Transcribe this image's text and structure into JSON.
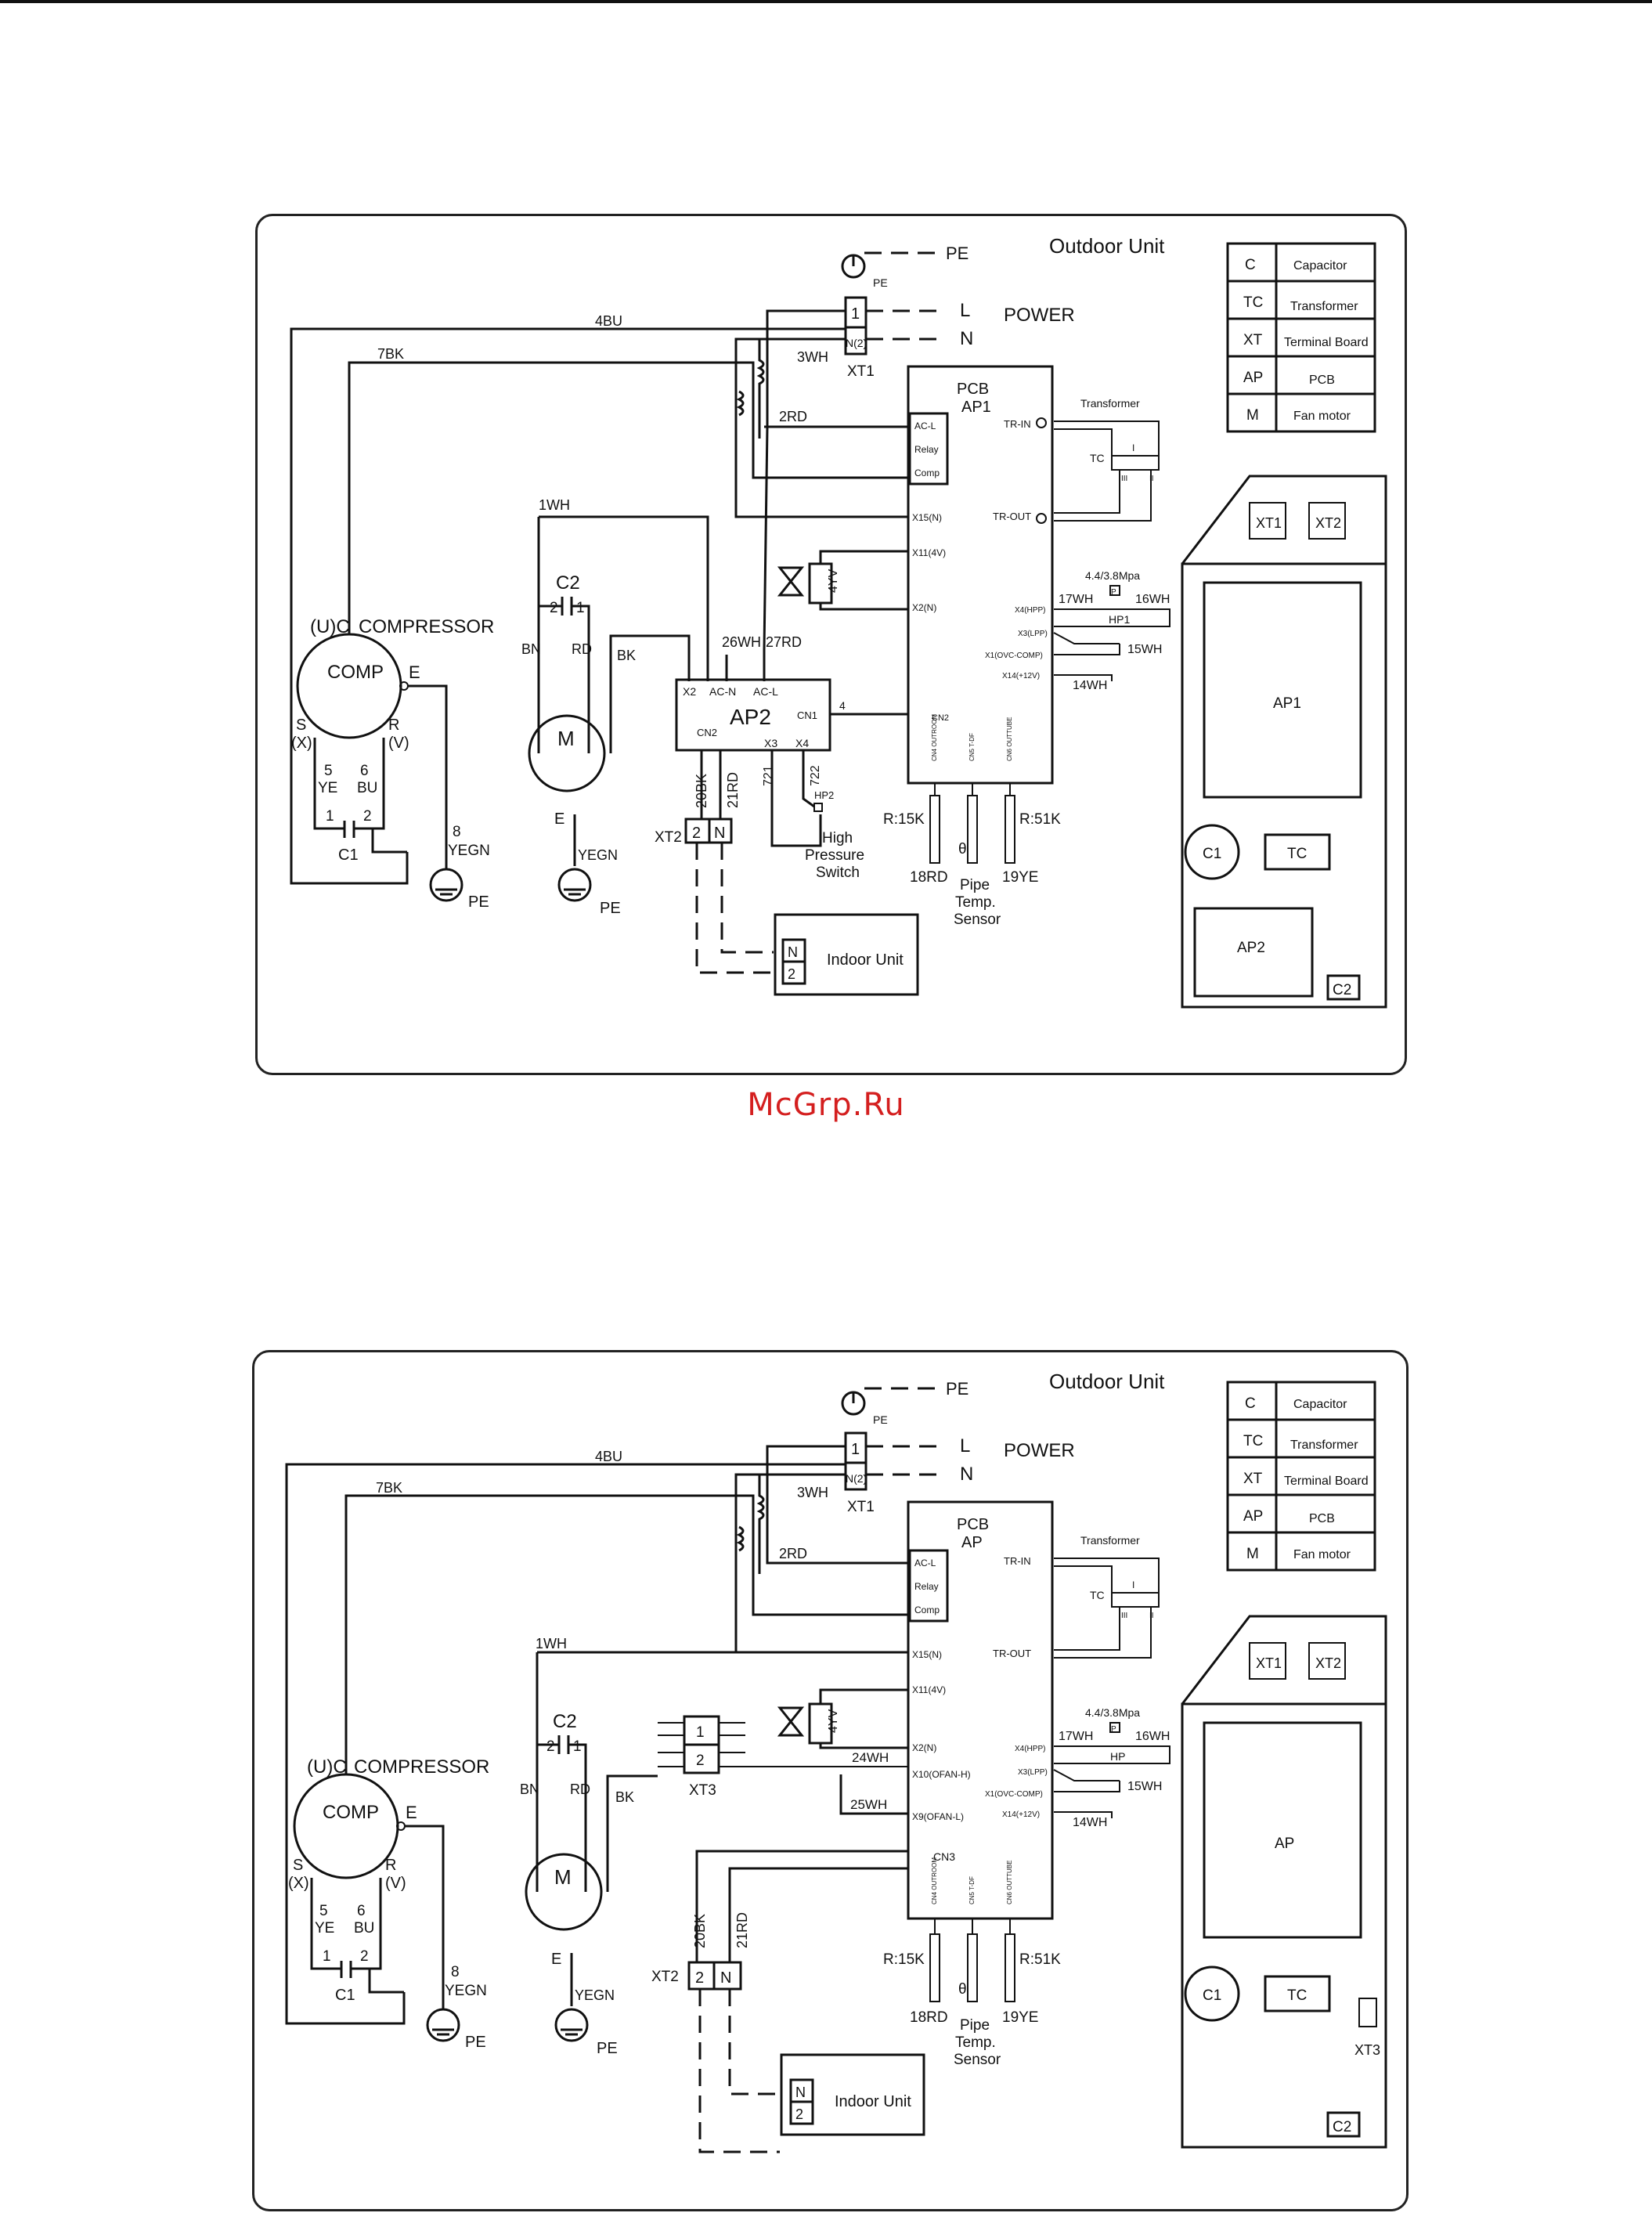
{
  "watermark": "McGrp.Ru",
  "diagram1": {
    "title": "Outdoor Unit",
    "legend": [
      {
        "code": "C",
        "name": "Capacitor"
      },
      {
        "code": "TC",
        "name": "Transformer"
      },
      {
        "code": "XT",
        "name": "Terminal Board"
      },
      {
        "code": "AP",
        "name": "PCB"
      },
      {
        "code": "M",
        "name": "Fan motor"
      }
    ],
    "power": {
      "label": "POWER",
      "pe": "PE",
      "l": "L",
      "n": "N",
      "t1": "1",
      "t2": "N(2)",
      "board": "XT1"
    },
    "wires": {
      "bu4": "4BU",
      "bk7": "7BK",
      "wh3": "3WH",
      "rd2": "2RD",
      "wh1": "1WH",
      "wh26": "26WH",
      "rd27": "27RD",
      "bn": "BN",
      "rd": "RD",
      "bk": "BK",
      "bk20": "20BK",
      "rd21": "21RD",
      "w721": "721",
      "w722": "722",
      "ye5": "5",
      "ye": "YE",
      "bu6": "6",
      "bu": "BU",
      "yegn8": "8",
      "yegn": "YEGN",
      "yegn_fan": "YEGN",
      "wh17": "17WH",
      "wh16": "16WH",
      "wh15": "15WH",
      "wh14": "14WH",
      "rd18": "18RD",
      "ye19": "19YE",
      "cn1_4": "4"
    },
    "pcb": {
      "title": "PCB",
      "sub": "AP1",
      "acl": "AC-L",
      "relay": "Relay",
      "comp": "Comp",
      "x15": "X15(N)",
      "x11": "X11(4V)",
      "x2": "X2(N)",
      "trin": "TR-IN",
      "trout": "TR-OUT",
      "x4": "X4(HPP)",
      "x3": "X3(LPP)",
      "x1": "X1(OVC-COMP)",
      "x14": "X14(+12V)",
      "cn2": "CN2",
      "cn4": "CN4 OUTROOM",
      "cn5": "CN5 T-DF",
      "cn6": "CN6 OUTTUBE"
    },
    "transformer": {
      "label": "Transformer",
      "tc": "TC",
      "i": "I",
      "ii": "II",
      "iii": "III"
    },
    "hp": {
      "rating": "4.4/3.8Mpa",
      "hp1": "HP1",
      "p": "P"
    },
    "ap2": {
      "title": "AP2",
      "x2": "X2",
      "acn": "AC-N",
      "acl": "AC-L",
      "cn1": "CN1",
      "cn2": "CN2",
      "x3": "X3",
      "x4": "X4",
      "hp2": "HP2",
      "hps": [
        "High",
        "Pressure",
        "Switch"
      ]
    },
    "compressor": {
      "uc": "(U)C",
      "label": "COMPRESSOR",
      "comp": "COMP",
      "e": "E",
      "s": "S",
      "x": "(X)",
      "r": "R",
      "v": "(V)",
      "c1": "C1",
      "t1": "1",
      "t2": "2",
      "pe": "PE"
    },
    "fan": {
      "c2": "C2",
      "t2": "2",
      "t1": "1",
      "m": "M",
      "e": "E",
      "pe": "PE"
    },
    "valve": "4YV",
    "xt2": {
      "label": "XT2",
      "t2": "2",
      "tn": "N"
    },
    "indoor": {
      "label": "Indoor Unit",
      "tn": "N",
      "t2": "2"
    },
    "sensors": {
      "r15": "R:15K",
      "r51": "R:51K",
      "theta": "θ",
      "pipe": [
        "Pipe",
        "Temp.",
        "Sensor"
      ]
    },
    "layout": {
      "xt1": "XT1",
      "xt2": "XT2",
      "ap": "AP1",
      "c1": "C1",
      "tc": "TC",
      "ap2": "AP2",
      "c2": "C2"
    }
  },
  "diagram2": {
    "title": "Outdoor Unit",
    "legend": [
      {
        "code": "C",
        "name": "Capacitor"
      },
      {
        "code": "TC",
        "name": "Transformer"
      },
      {
        "code": "XT",
        "name": "Terminal Board"
      },
      {
        "code": "AP",
        "name": "PCB"
      },
      {
        "code": "M",
        "name": "Fan motor"
      }
    ],
    "power": {
      "label": "POWER",
      "pe": "PE",
      "l": "L",
      "n": "N",
      "t1": "1",
      "t2": "N(2)",
      "board": "XT1"
    },
    "wires": {
      "bu4": "4BU",
      "bk7": "7BK",
      "wh3": "3WH",
      "rd2": "2RD",
      "wh1": "1WH",
      "bn": "BN",
      "rd": "RD",
      "bk": "BK",
      "bk20": "20BK",
      "rd21": "21RD",
      "wh24": "24WH",
      "wh25": "25WH",
      "ye5": "5",
      "ye": "YE",
      "bu6": "6",
      "bu": "BU",
      "yegn8": "8",
      "yegn": "YEGN",
      "yegn_fan": "YEGN",
      "wh17": "17WH",
      "wh16": "16WH",
      "wh15": "15WH",
      "wh14": "14WH",
      "rd18": "18RD",
      "ye19": "19YE"
    },
    "pcb": {
      "title": "PCB",
      "sub": "AP",
      "acl": "AC-L",
      "relay": "Relay",
      "comp": "Comp",
      "x15": "X15(N)",
      "x11": "X11(4V)",
      "x2": "X2(N)",
      "x10": "X10(OFAN-H)",
      "x9": "X9(OFAN-L)",
      "trin": "TR-IN",
      "trout": "TR-OUT",
      "x4": "X4(HPP)",
      "x3": "X3(LPP)",
      "x1": "X1(OVC-COMP)",
      "x14": "X14(+12V)",
      "cn3": "CN3",
      "cn4": "CN4 OUTROOM",
      "cn5": "CN5 T-DF",
      "cn6": "CN6 OUTTUBE"
    },
    "transformer": {
      "label": "Transformer",
      "tc": "TC",
      "i": "I",
      "ii": "II",
      "iii": "III"
    },
    "hp": {
      "rating": "4.4/3.8Mpa",
      "hp": "HP",
      "p": "P"
    },
    "xt3": {
      "label": "XT3",
      "t1": "1",
      "t2": "2"
    },
    "compressor": {
      "uc": "(U)C",
      "label": "COMPRESSOR",
      "comp": "COMP",
      "e": "E",
      "s": "S",
      "x": "(X)",
      "r": "R",
      "v": "(V)",
      "c1": "C1",
      "t1": "1",
      "t2": "2",
      "pe": "PE"
    },
    "fan": {
      "c2": "C2",
      "t2": "2",
      "t1": "1",
      "m": "M",
      "e": "E",
      "pe": "PE"
    },
    "valve": "4YV",
    "xt2": {
      "label": "XT2",
      "t2": "2",
      "tn": "N"
    },
    "indoor": {
      "label": "Indoor Unit",
      "tn": "N",
      "t2": "2"
    },
    "sensors": {
      "r15": "R:15K",
      "r51": "R:51K",
      "theta": "θ",
      "pipe": [
        "Pipe",
        "Temp.",
        "Sensor"
      ]
    },
    "layout": {
      "xt1": "XT1",
      "xt2": "XT2",
      "ap": "AP",
      "c1": "C1",
      "tc": "TC",
      "xt3": "XT3",
      "c2": "C2"
    }
  }
}
